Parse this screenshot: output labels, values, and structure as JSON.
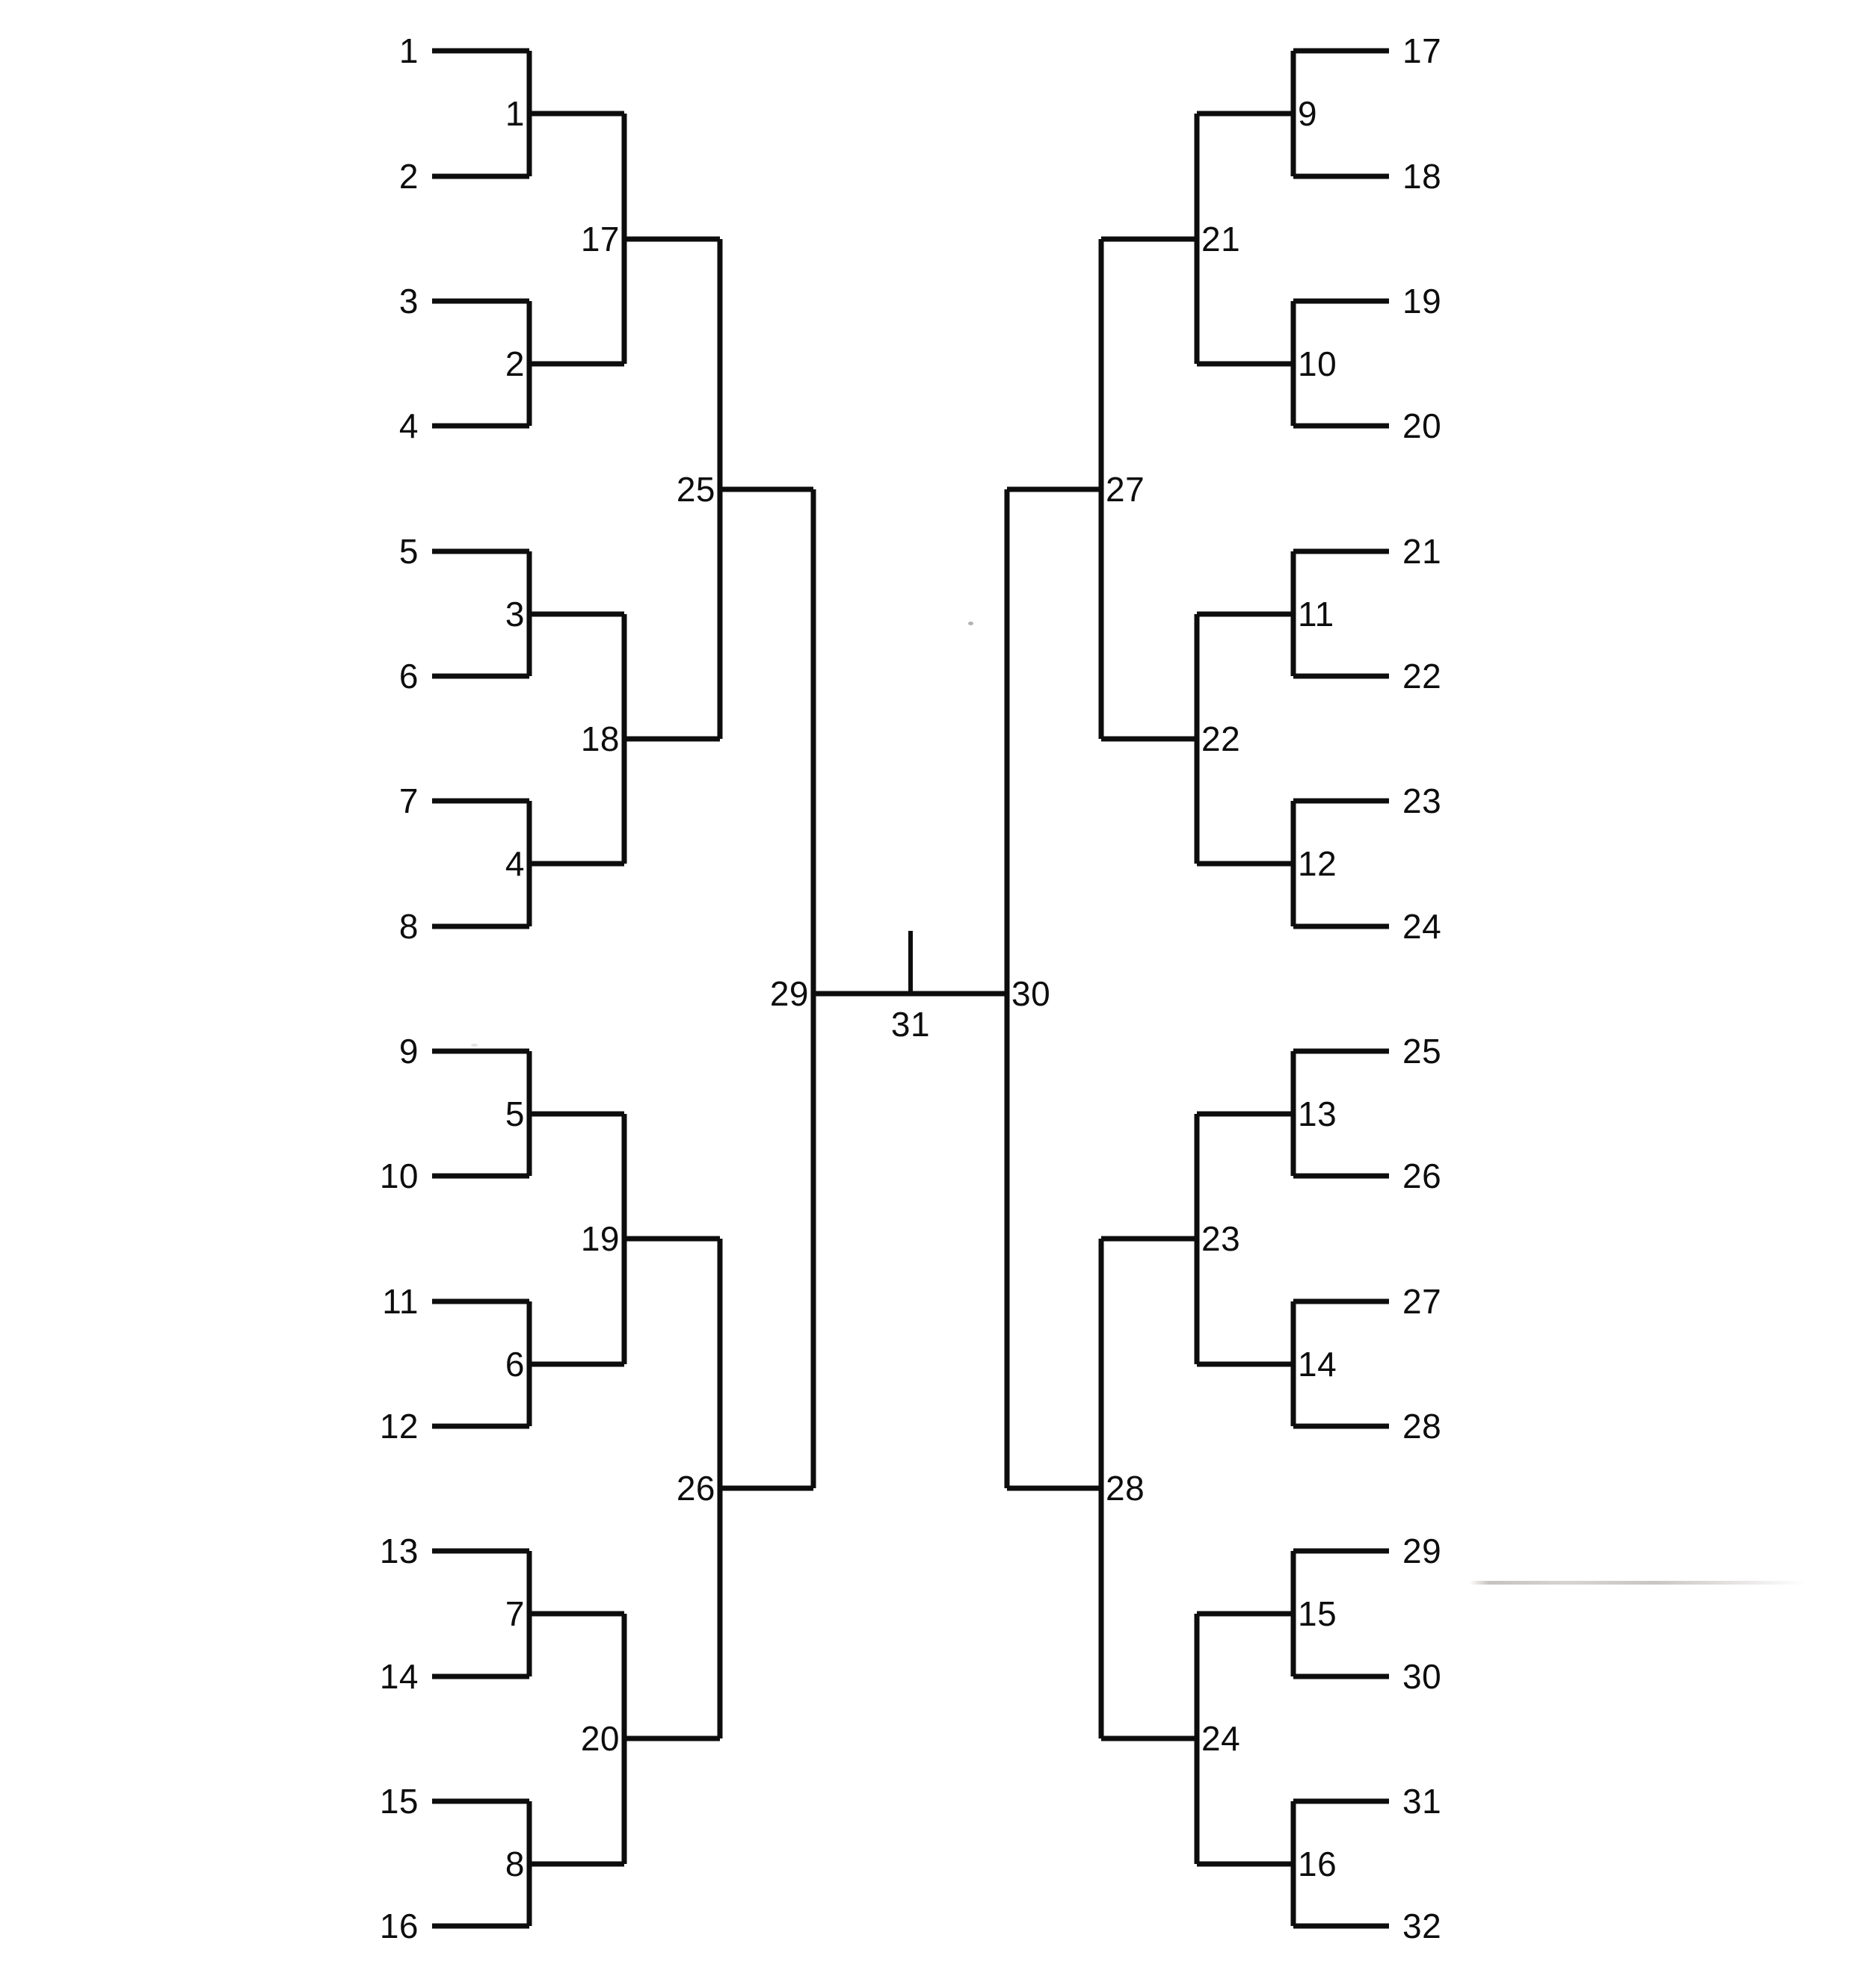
{
  "figure": {
    "kind": "single-elimination-bracket-diagram",
    "total_leaves": 32,
    "total_internal_nodes": 31,
    "orientation": "mirrored-horizontal",
    "line_color": "#0d0d0d",
    "background_color": "#ffffff"
  },
  "left": {
    "leaves": [
      "1",
      "2",
      "3",
      "4",
      "5",
      "6",
      "7",
      "8",
      "9",
      "10",
      "11",
      "12",
      "13",
      "14",
      "15",
      "16"
    ],
    "round1": [
      "1",
      "2",
      "3",
      "4",
      "5",
      "6",
      "7",
      "8"
    ],
    "round2": [
      "17",
      "18",
      "19",
      "20"
    ],
    "round3": [
      "25",
      "26"
    ],
    "round4": [
      "29"
    ]
  },
  "right": {
    "leaves": [
      "17",
      "18",
      "19",
      "20",
      "21",
      "22",
      "23",
      "24",
      "25",
      "26",
      "27",
      "28",
      "29",
      "30",
      "31",
      "32"
    ],
    "round1": [
      "9",
      "10",
      "11",
      "12",
      "13",
      "14",
      "15",
      "16"
    ],
    "round2": [
      "21",
      "22",
      "23",
      "24"
    ],
    "round3": [
      "27",
      "28"
    ],
    "round4": [
      "30"
    ]
  },
  "center": {
    "root": "31"
  },
  "chart_data": {
    "type": "diagram",
    "title": "",
    "subtitle": "",
    "xlabel": "",
    "ylabel": "",
    "description": "Mirrored single-elimination tournament bracket with 32 leaf slots (left 1-16, right 17-32) merging through five rounds into a central root node labelled 31.",
    "nodes": [
      {
        "id": "L1",
        "label": "1",
        "column": 1,
        "side": "left",
        "children": [
          "1",
          "2"
        ]
      },
      {
        "id": "L2",
        "label": "2",
        "column": 1,
        "side": "left",
        "children": [
          "3",
          "4"
        ]
      },
      {
        "id": "L3",
        "label": "3",
        "column": 1,
        "side": "left",
        "children": [
          "5",
          "6"
        ]
      },
      {
        "id": "L4",
        "label": "4",
        "column": 1,
        "side": "left",
        "children": [
          "7",
          "8"
        ]
      },
      {
        "id": "L5",
        "label": "5",
        "column": 1,
        "side": "left",
        "children": [
          "9",
          "10"
        ]
      },
      {
        "id": "L6",
        "label": "6",
        "column": 1,
        "side": "left",
        "children": [
          "11",
          "12"
        ]
      },
      {
        "id": "L7",
        "label": "7",
        "column": 1,
        "side": "left",
        "children": [
          "13",
          "14"
        ]
      },
      {
        "id": "L8",
        "label": "8",
        "column": 1,
        "side": "left",
        "children": [
          "15",
          "16"
        ]
      },
      {
        "id": "L17",
        "label": "17",
        "column": 2,
        "side": "left",
        "children": [
          "1",
          "2"
        ]
      },
      {
        "id": "L18",
        "label": "18",
        "column": 2,
        "side": "left",
        "children": [
          "3",
          "4"
        ]
      },
      {
        "id": "L19",
        "label": "19",
        "column": 2,
        "side": "left",
        "children": [
          "5",
          "6"
        ]
      },
      {
        "id": "L20",
        "label": "20",
        "column": 2,
        "side": "left",
        "children": [
          "7",
          "8"
        ]
      },
      {
        "id": "L25",
        "label": "25",
        "column": 3,
        "side": "left",
        "children": [
          "17",
          "18"
        ]
      },
      {
        "id": "L26",
        "label": "26",
        "column": 3,
        "side": "left",
        "children": [
          "19",
          "20"
        ]
      },
      {
        "id": "L29",
        "label": "29",
        "column": 4,
        "side": "left",
        "children": [
          "25",
          "26"
        ]
      },
      {
        "id": "R9",
        "label": "9",
        "column": 1,
        "side": "right",
        "children": [
          "17",
          "18"
        ]
      },
      {
        "id": "R10",
        "label": "10",
        "column": 1,
        "side": "right",
        "children": [
          "19",
          "20"
        ]
      },
      {
        "id": "R11",
        "label": "11",
        "column": 1,
        "side": "right",
        "children": [
          "21",
          "22"
        ]
      },
      {
        "id": "R12",
        "label": "12",
        "column": 1,
        "side": "right",
        "children": [
          "23",
          "24"
        ]
      },
      {
        "id": "R13",
        "label": "13",
        "column": 1,
        "side": "right",
        "children": [
          "25",
          "26"
        ]
      },
      {
        "id": "R14",
        "label": "14",
        "column": 1,
        "side": "right",
        "children": [
          "27",
          "28"
        ]
      },
      {
        "id": "R15",
        "label": "15",
        "column": 1,
        "side": "right",
        "children": [
          "29",
          "30"
        ]
      },
      {
        "id": "R16",
        "label": "16",
        "column": 1,
        "side": "right",
        "children": [
          "31",
          "32"
        ]
      },
      {
        "id": "R21",
        "label": "21",
        "column": 2,
        "side": "right",
        "children": [
          "9",
          "10"
        ]
      },
      {
        "id": "R22",
        "label": "22",
        "column": 2,
        "side": "right",
        "children": [
          "11",
          "12"
        ]
      },
      {
        "id": "R23",
        "label": "23",
        "column": 2,
        "side": "right",
        "children": [
          "13",
          "14"
        ]
      },
      {
        "id": "R24",
        "label": "24",
        "column": 2,
        "side": "right",
        "children": [
          "15",
          "16"
        ]
      },
      {
        "id": "R27",
        "label": "27",
        "column": 3,
        "side": "right",
        "children": [
          "21",
          "22"
        ]
      },
      {
        "id": "R28",
        "label": "28",
        "column": 3,
        "side": "right",
        "children": [
          "23",
          "24"
        ]
      },
      {
        "id": "R30",
        "label": "30",
        "column": 4,
        "side": "right",
        "children": [
          "27",
          "28"
        ]
      },
      {
        "id": "ROOT",
        "label": "31",
        "column": 5,
        "side": "center",
        "children": [
          "29",
          "30"
        ]
      }
    ]
  }
}
